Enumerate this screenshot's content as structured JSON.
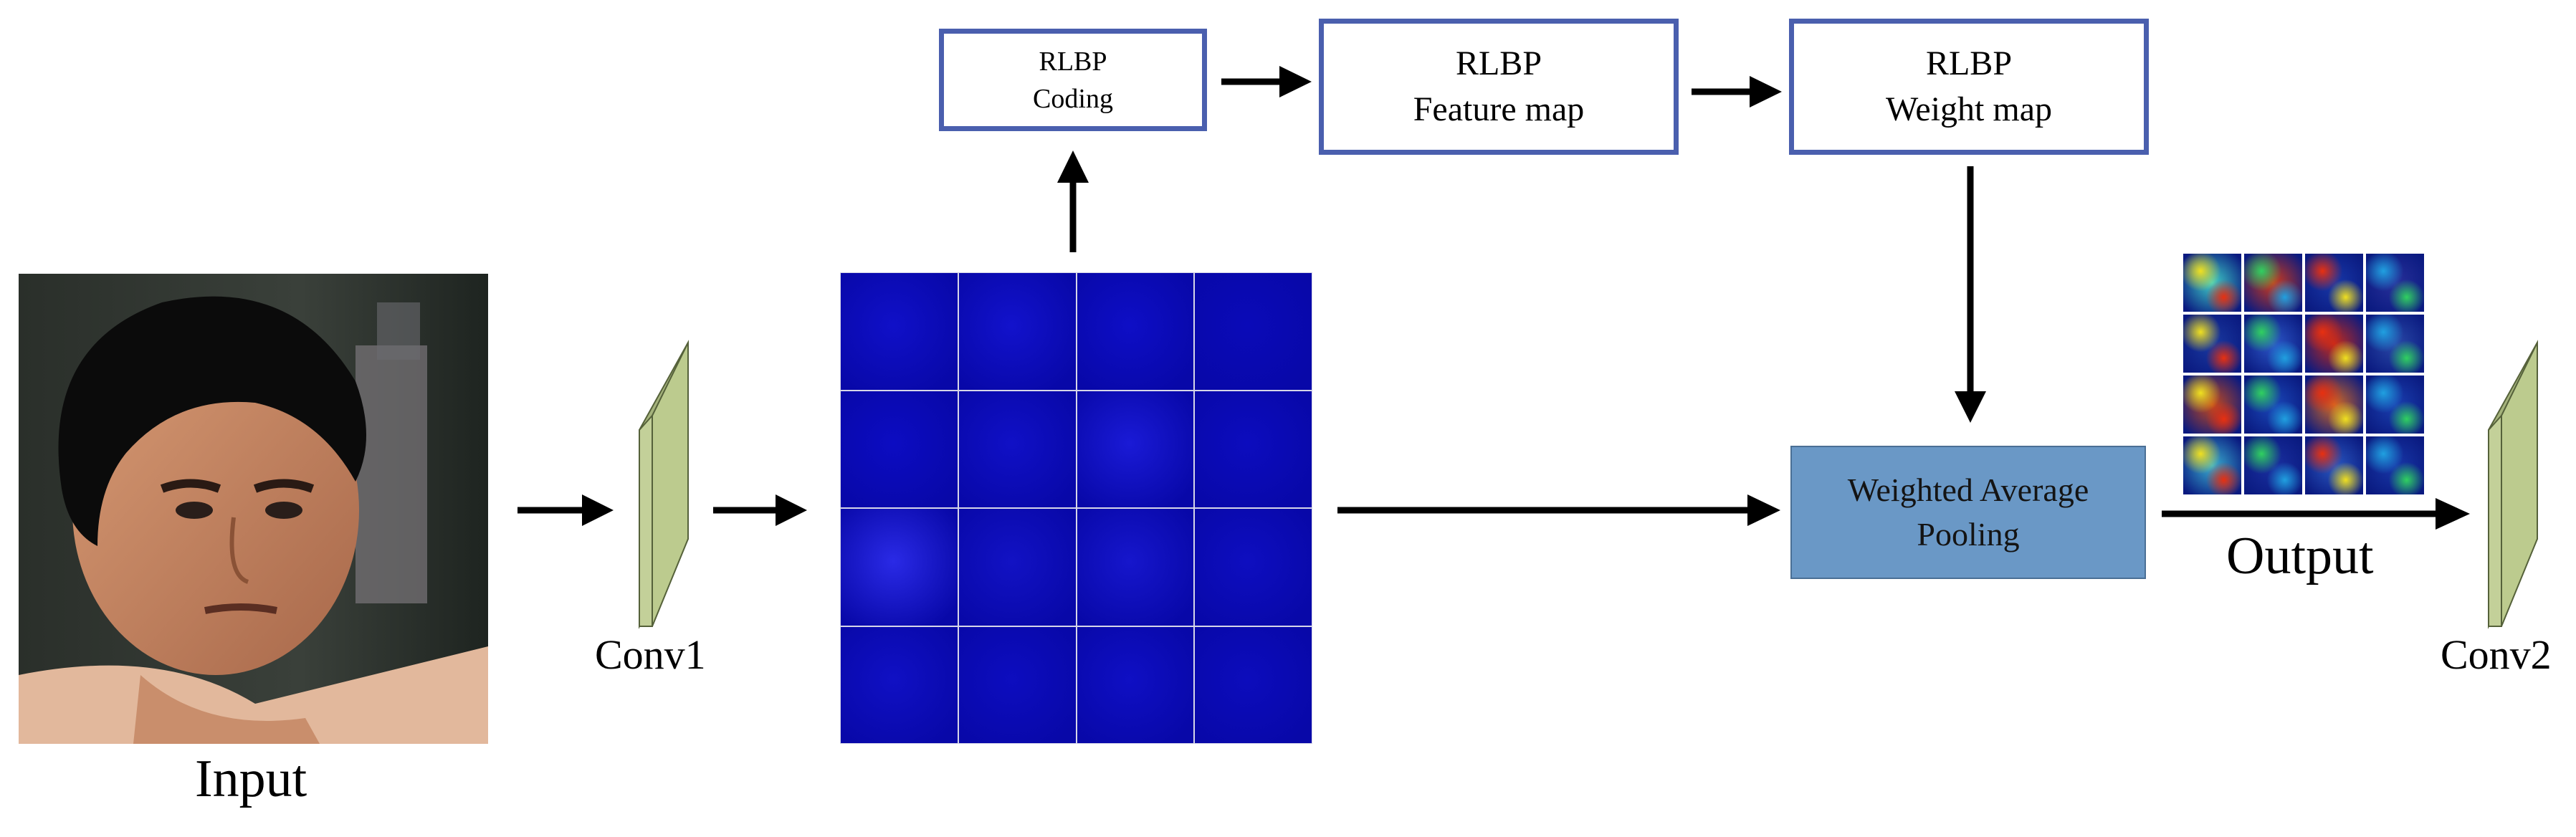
{
  "labels": {
    "input": "Input",
    "conv1": "Conv1",
    "conv2": "Conv2",
    "output": "Output"
  },
  "boxes": {
    "rlbp_coding": {
      "line1": "RLBP",
      "line2": "Coding"
    },
    "rlbp_feature": {
      "line1": "RLBP",
      "line2": "Feature map"
    },
    "rlbp_weight": {
      "line1": "RLBP",
      "line2": "Weight map"
    },
    "pooling": {
      "line1": "Weighted Average",
      "line2": "Pooling"
    }
  },
  "colors": {
    "box_border": "#4a5fae",
    "pool_fill": "#6a98c6",
    "conv_face": "#bccb8e",
    "arrow": "#000000"
  },
  "feature_grid": {
    "rows": 4,
    "cols": 4,
    "cell_colors": [
      "#1010c8",
      "#1212cc",
      "#0e0ec6",
      "#0a0ab8",
      "#0c0cc2",
      "#1010c6",
      "#1a1ad6",
      "#0c0cbe",
      "#2a2ae6",
      "#1212c4",
      "#1616cc",
      "#0e0ec0",
      "#1010c4",
      "#0d0dbf",
      "#0f0fc4",
      "#0c0cbc"
    ]
  },
  "output_grid": {
    "rows": 4,
    "cols": 4,
    "cell_colors": [
      "#3fd0c8",
      "#d23a18",
      "#1838a8",
      "#28309a",
      "#1a3aa0",
      "#2c58c8",
      "#c82a18",
      "#2a4aa8",
      "#c84a1a",
      "#1a48b8",
      "#d86a20",
      "#1a40b0",
      "#3ab0d0",
      "#1a30a0",
      "#2a58c0",
      "#1838a8"
    ]
  }
}
